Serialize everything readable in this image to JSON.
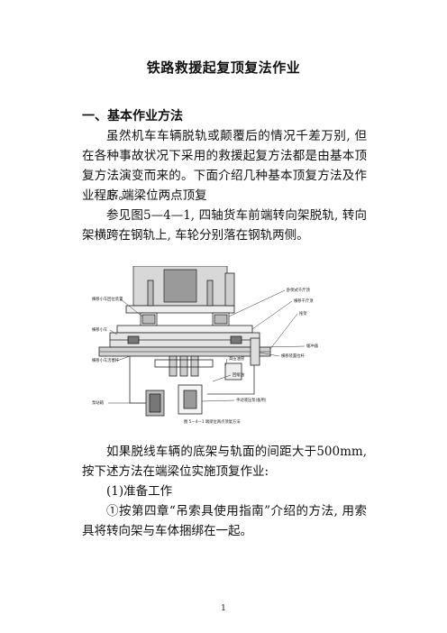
{
  "document": {
    "title": "铁路救援起复顶复法作业",
    "section_heading": "一、基本作业方法",
    "paragraphs": [
      "虽然机车车辆脱轨或颠覆后的情况千差万别, 但在各种事故状况下采用的救援起复方法都是由基本顶复方法演变而来的。下面介绍几种基本顶复方法及作业程序。",
      "参见图5—4—1, 四轴货车前端转向架脱轨, 转向架横跨在钢轨上, 车轮分别落在钢轨两侧。",
      "如果脱线车辆的底架与轨面的间距大于500mm, 按下述方法在端梁位实施顶复作业:",
      "①按第四章“吊索具使用指南”介绍的方法, 用索具将转向架与车体捆绑在一起。"
    ],
    "subheading": "1. 端梁位两点顶复",
    "step_label": "(1)准备工作",
    "page_number": "1"
  },
  "figure": {
    "labels": {
      "l1": "横移小车回位装置",
      "l2": "横移小车",
      "l3": "横移小车活塞杆",
      "l4": "泵站箱",
      "r1": "卧倒式千斤顶",
      "r2": "横移千斤顶",
      "r3": "拖架",
      "r4": "缓冲器",
      "r5": "横移装置拉杆",
      "m1": "高压油管",
      "m2": "回缩油",
      "m3": "手动液压泵(备用)"
    },
    "caption": "图 5—4—1  端梁位两点顶复方法"
  }
}
